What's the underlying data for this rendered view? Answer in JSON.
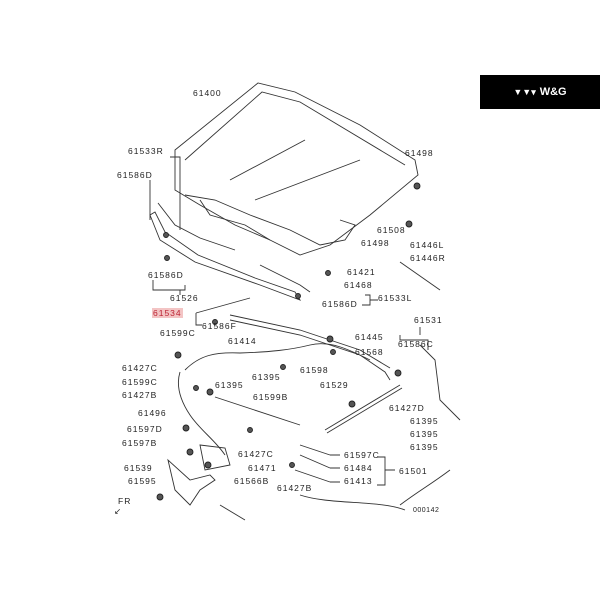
{
  "logo": {
    "mark": "▼▼▾",
    "text": "W&G"
  },
  "diagram_code": "000142",
  "direction_label": "FR",
  "highlighted_part": "61534",
  "labels": {
    "l61400": "61400",
    "l61533R": "61533R",
    "l61586D_a": "61586D",
    "l61586D_b": "61586D",
    "l61526": "61526",
    "l61534": "61534",
    "l61586F": "61586F",
    "l61599C_a": "61599C",
    "l61414": "61414",
    "l61427C_a": "61427C",
    "l61599C_b": "61599C",
    "l61395_a": "61395",
    "l61395_b": "61395",
    "l61427B_a": "61427B",
    "l61599B": "61599B",
    "l61496": "61496",
    "l61597D": "61597D",
    "l61597B": "61597B",
    "l61427C_b": "61427C",
    "l61471": "61471",
    "l61539": "61539",
    "l61595": "61595",
    "l61566B": "61566B",
    "l61427B_b": "61427B",
    "l61445": "61445",
    "l61568": "61568",
    "l61598": "61598",
    "l61529": "61529",
    "l61531": "61531",
    "l61586C": "61586C",
    "l61427D": "61427D",
    "l61395_c": "61395",
    "l61395_d": "61395",
    "l61395_e": "61395",
    "l61597C": "61597C",
    "l61484": "61484",
    "l61413": "61413",
    "l61501": "61501",
    "l61498_a": "61498",
    "l61508": "61508",
    "l61498_b": "61498",
    "l61446L": "61446L",
    "l61446R": "61446R",
    "l61421": "61421",
    "l61468": "61468",
    "l61533L": "61533L",
    "l61586D_c": "61586D"
  }
}
